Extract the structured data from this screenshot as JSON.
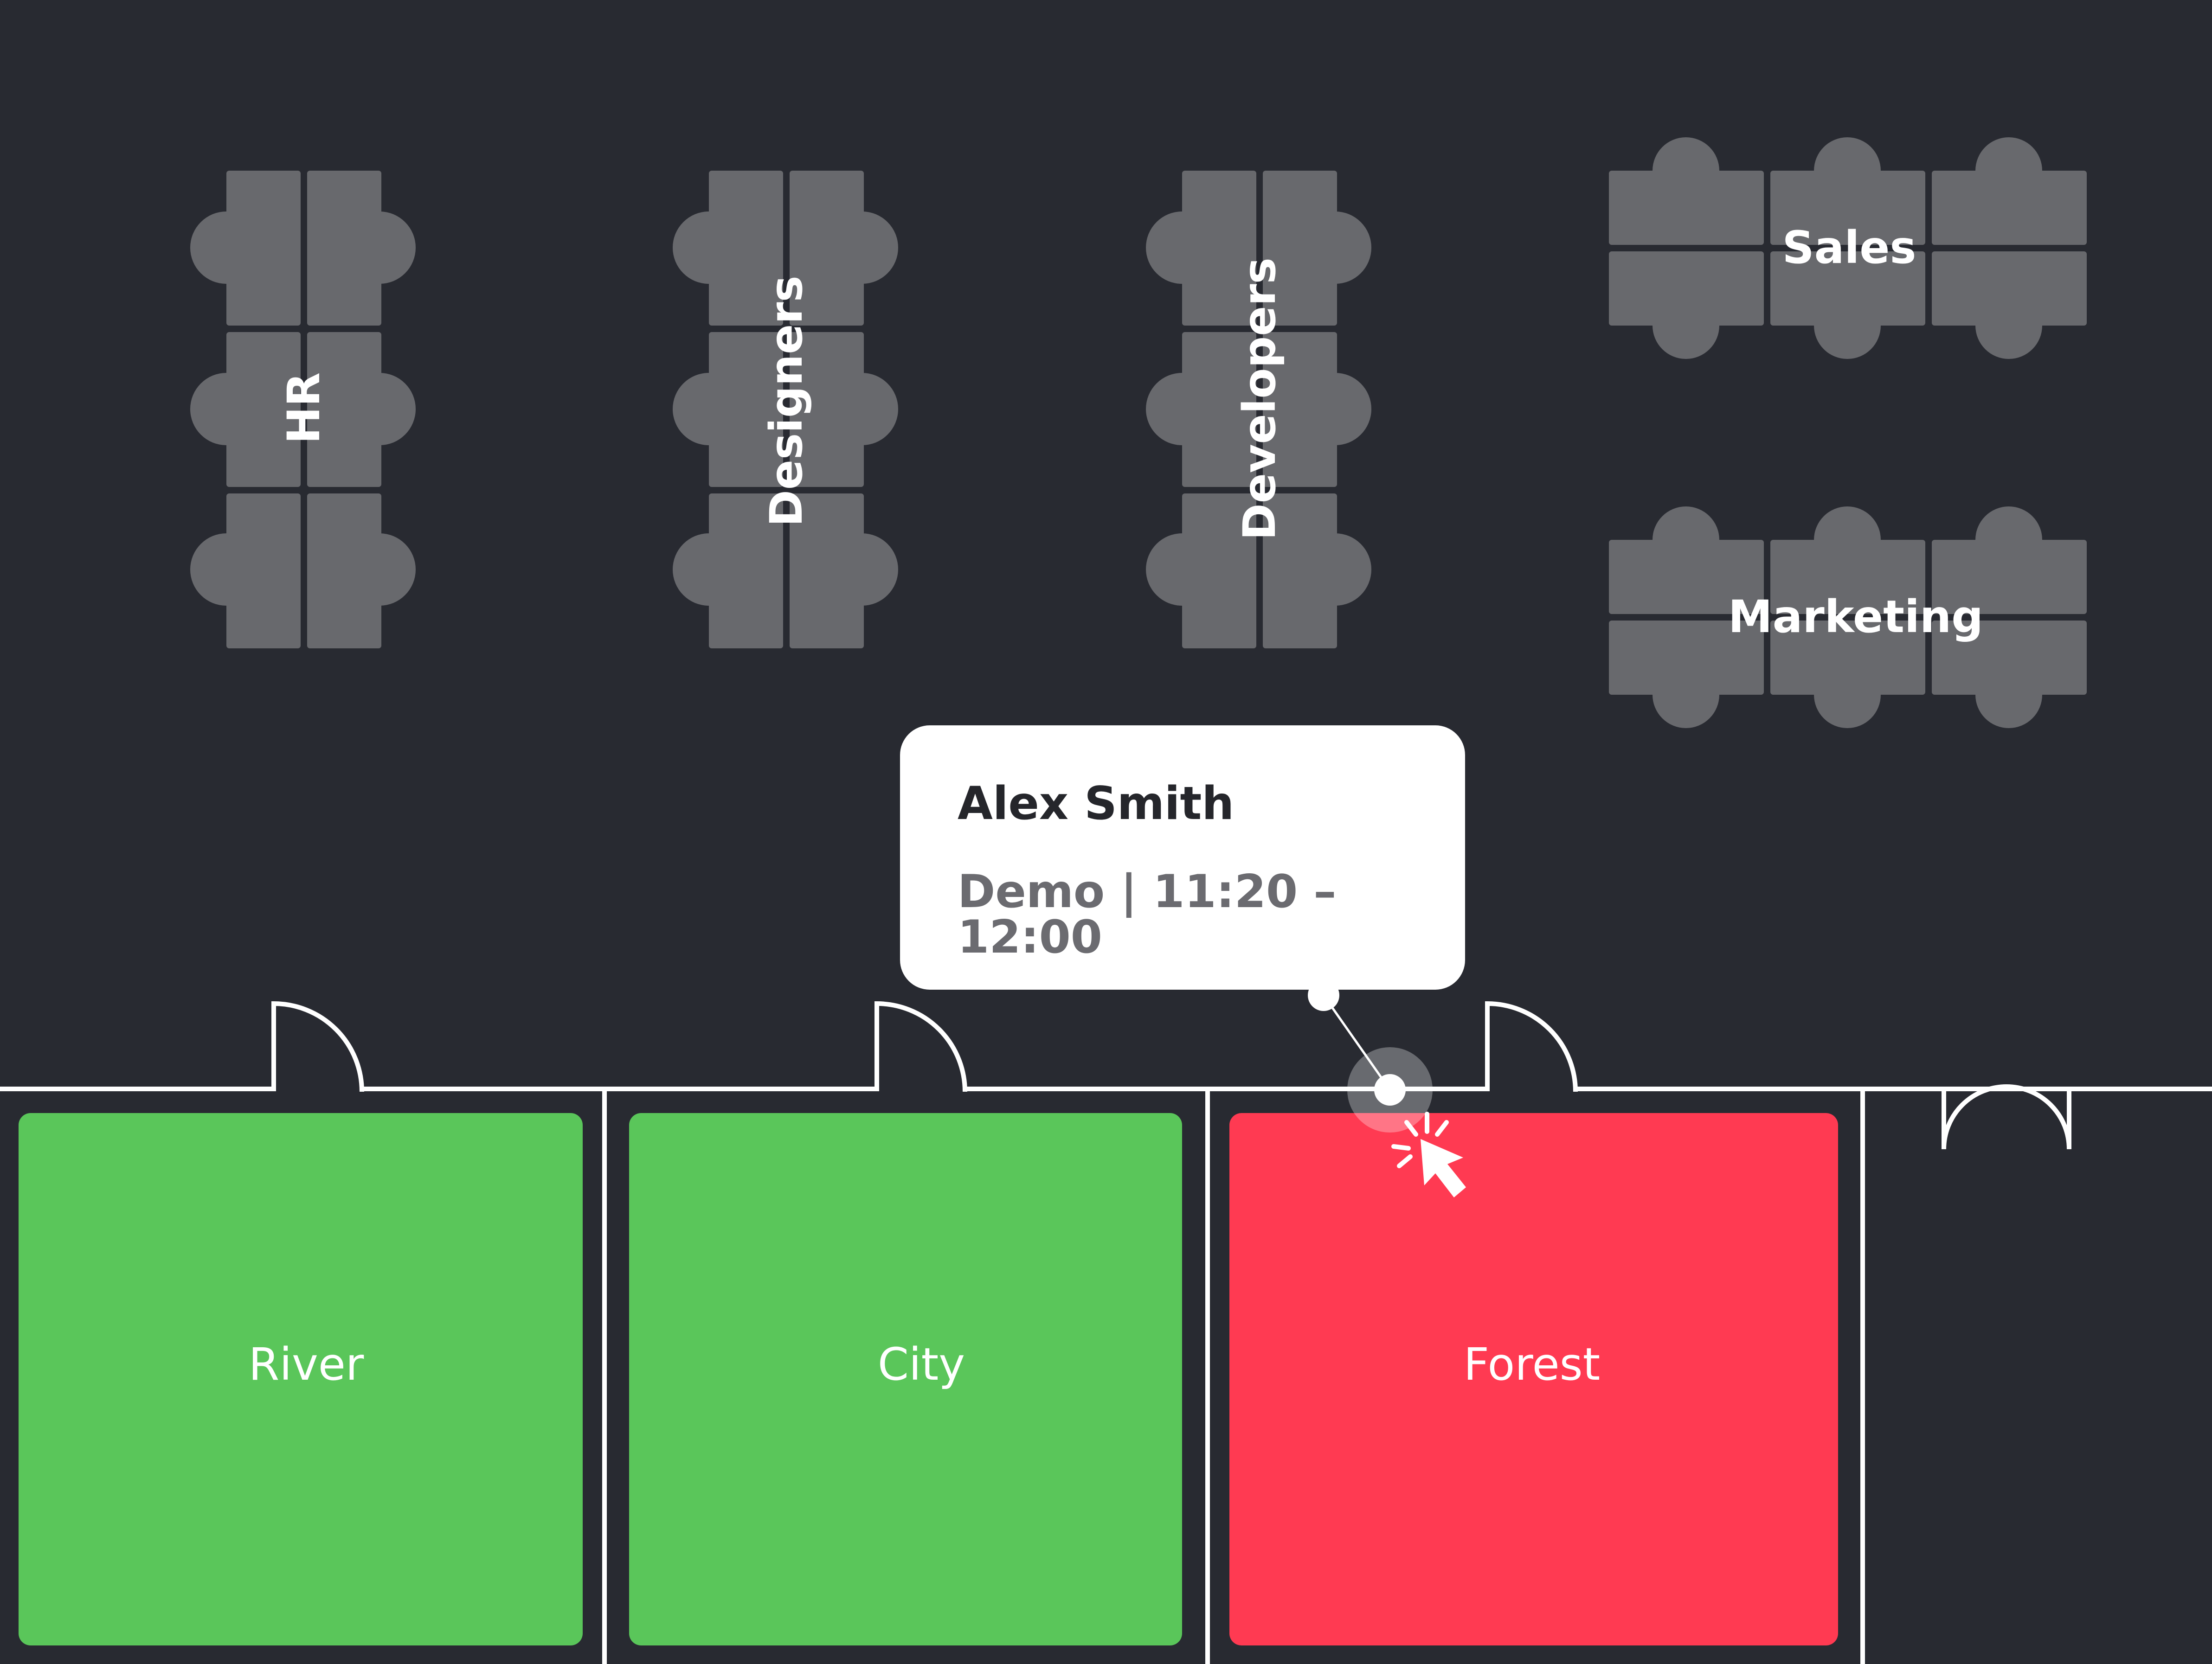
{
  "teams": {
    "hr": {
      "label": "HR"
    },
    "designers": {
      "label": "Designers"
    },
    "developers": {
      "label": "Developers"
    },
    "sales": {
      "label": "Sales"
    },
    "marketing": {
      "label": "Marketing"
    }
  },
  "rooms": [
    {
      "name": "River",
      "status": "available",
      "color": "#5ac65a"
    },
    {
      "name": "City",
      "status": "available",
      "color": "#5ac65a"
    },
    {
      "name": "Forest",
      "status": "booked",
      "color": "#ff3a52"
    }
  ],
  "tooltip": {
    "name": "Alex Smith",
    "detail": "Demo | 11:20 – 12:00"
  },
  "colors": {
    "background": "#282a31",
    "desk": "#68696d",
    "available": "#5ac65a",
    "booked": "#ff3a52"
  }
}
